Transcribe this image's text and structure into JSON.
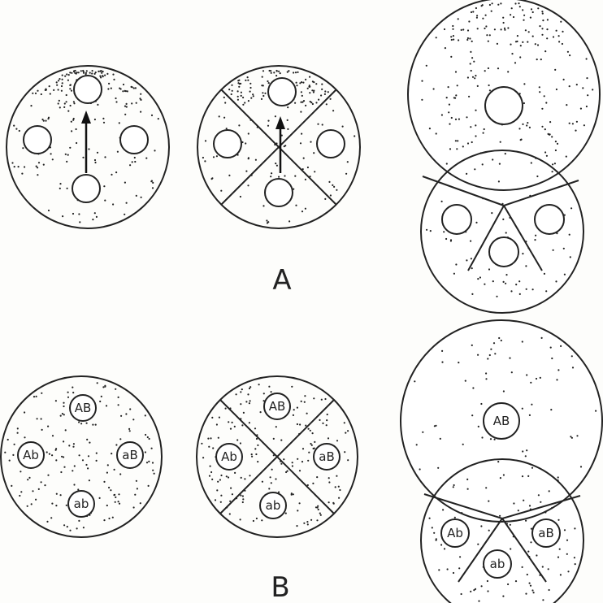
{
  "row_labels": {
    "a": "A",
    "b": "B"
  },
  "labels": {
    "b_cell1": {
      "top": "AB",
      "left": "Ab",
      "right": "aB",
      "bottom": "ab"
    },
    "b_cell2": {
      "top": "AB",
      "left": "Ab",
      "right": "aB",
      "bottom": "ab"
    },
    "b_cell3": {
      "big": "AB",
      "left": "Ab",
      "right": "aB",
      "bottom": "ab"
    }
  }
}
